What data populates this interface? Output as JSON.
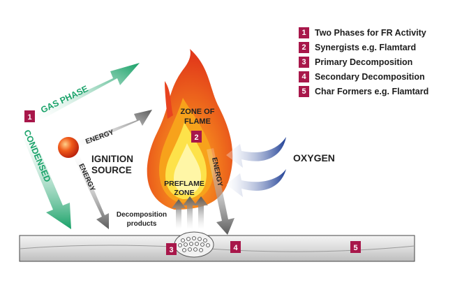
{
  "legend": [
    {
      "num": "1",
      "text": "Two Phases for FR Activity"
    },
    {
      "num": "2",
      "text": "Synergists e.g. Flamtard"
    },
    {
      "num": "3",
      "text": "Primary Decomposition"
    },
    {
      "num": "4",
      "text": "Secondary Decomposition"
    },
    {
      "num": "5",
      "text": "Char Formers e.g. Flamtard"
    }
  ],
  "labels": {
    "gas_phase": "GAS PHASE",
    "condensed": "CONDENSED",
    "energy_up": "ENERGY",
    "energy_down": "ENERGY",
    "energy_flame": "ENERGY",
    "ignition_line1": "IGNITION",
    "ignition_line2": "SOURCE",
    "zone_line1": "ZONE OF",
    "zone_line2": "FLAME",
    "preflame_line1": "PREFLAME",
    "preflame_line2": "ZONE",
    "decomp_line1": "Decomposition",
    "decomp_line2": "products",
    "oxygen": "OXYGEN"
  },
  "markers": {
    "phase": "1",
    "flame": "2",
    "primary": "3",
    "secondary": "4",
    "char": "5"
  },
  "colors": {
    "badge": "#a8174a",
    "green_arrow": "#1aa36a",
    "grey_arrow": "#6b6b6b",
    "oxygen_arrow": "#2b4da0",
    "flame_outer": "#e8431f",
    "flame_mid": "#f7a21b",
    "flame_inner": "#fff27a"
  }
}
